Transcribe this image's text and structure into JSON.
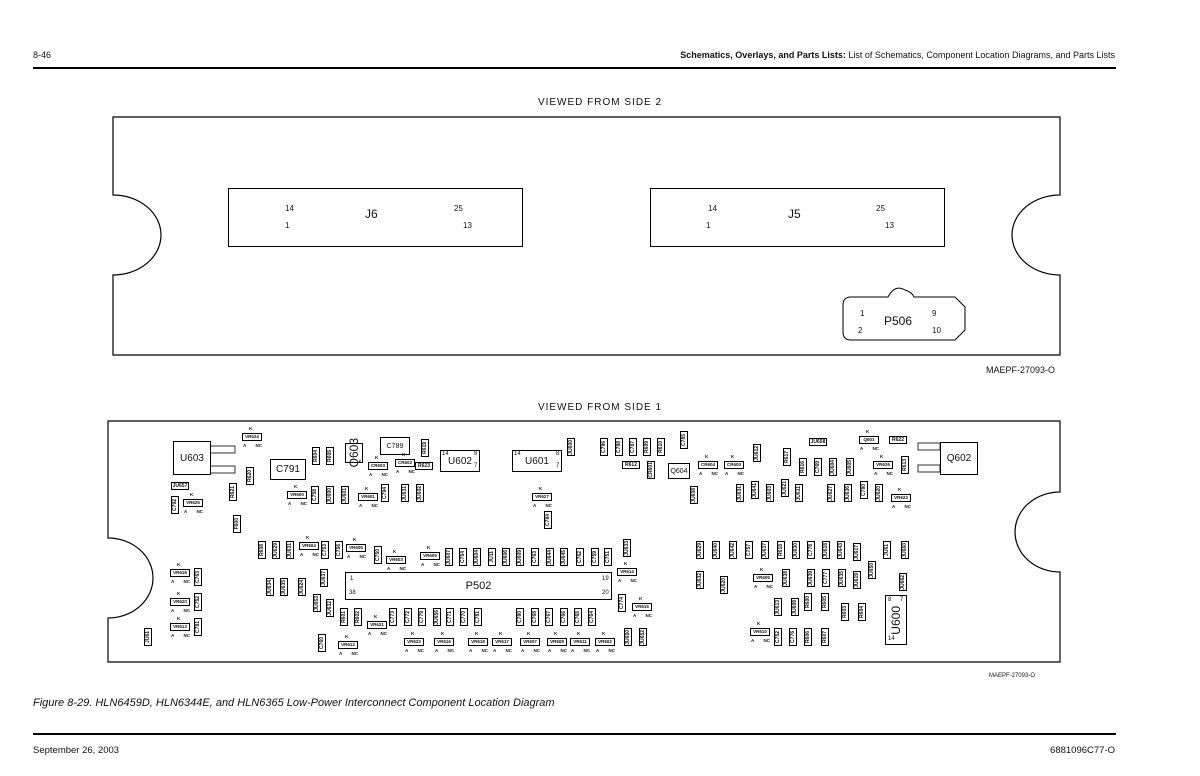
{
  "header": {
    "page_number": "8-46",
    "section_bold": "Schematics, Overlays, and Parts Lists:",
    "section_rest": " List of Schematics, Component Location Diagrams, and Parts Lists"
  },
  "side2": {
    "title": "VIEWED FROM SIDE 2",
    "drawing_code": "MAEPF-27093-O",
    "j6": {
      "label": "J6",
      "pins": [
        "14",
        "25",
        "1",
        "13"
      ]
    },
    "j5": {
      "label": "J5",
      "pins": [
        "14",
        "25",
        "1",
        "13"
      ]
    },
    "p506": {
      "label": "P506",
      "pins": [
        "1",
        "9",
        "2",
        "10"
      ]
    }
  },
  "side1": {
    "title": "VIEWED FROM SIDE 1",
    "drawing_code": "MAEPF-27093-O",
    "pin_letters": {
      "k": "K",
      "a": "A",
      "nc": "NC"
    },
    "p502_pins": [
      "1",
      "19",
      "38",
      "20"
    ],
    "u600_pins": [
      "8",
      "7",
      "14"
    ],
    "u602_pins": [
      "14",
      "8",
      "7"
    ],
    "u601_pins": [
      "14",
      "8",
      "7"
    ],
    "components": [
      "U603",
      "VR624",
      "R620",
      "R621",
      "JU657",
      "C792",
      "VR625",
      "R604",
      "R605",
      "Q603",
      "C791",
      "C789",
      "R619",
      "CR603",
      "CR602",
      "R623",
      "U602",
      "U601",
      "JU600",
      "VR600",
      "C758",
      "JU600",
      "JU601",
      "VR601",
      "C794",
      "JU631",
      "JU602",
      "VR627",
      "C784",
      "F600",
      "C786",
      "C788",
      "C787",
      "R609",
      "R610",
      "C785",
      "R612",
      "CR601",
      "Q604",
      "CR604",
      "CR600",
      "JU612",
      "R617",
      "JU658",
      "R616",
      "C769",
      "JU604",
      "JU605",
      "Q601",
      "VR626",
      "R622",
      "R613",
      "Q602",
      "JU608",
      "JU631",
      "JU641",
      "JU603",
      "JU621",
      "JU611",
      "JU627",
      "JU636",
      "C780",
      "JU620",
      "VR623",
      "R608",
      "JU629",
      "JU631",
      "VR604",
      "C753",
      "C756",
      "VR606",
      "C750",
      "VR603",
      "VR605",
      "JU607",
      "C754",
      "JU604",
      "JU11",
      "JU606",
      "JU609",
      "C763",
      "JU644",
      "JU645",
      "C762",
      "C759",
      "C751",
      "JU633",
      "P502",
      "JU634",
      "JU635",
      "JU624",
      "JU637",
      "JU653",
      "JU632",
      "VR614",
      "C774",
      "VR615",
      "R601",
      "R602",
      "VR621",
      "C773",
      "C772",
      "C779",
      "JU656",
      "C771",
      "C770",
      "C781",
      "C780",
      "C768",
      "C767",
      "C766",
      "C765",
      "C764",
      "C760",
      "VR612",
      "VR622",
      "VR616",
      "VR618",
      "VR617",
      "VR607",
      "VR609",
      "VR611",
      "VR602",
      "JU650",
      "JU652",
      "VR618",
      "C763",
      "VR620",
      "C752",
      "VR613",
      "C781",
      "JU61",
      "JU629",
      "JU640",
      "JU642",
      "C757",
      "JU637",
      "R618",
      "JU630",
      "C778",
      "JU618",
      "JU643",
      "JU617",
      "JU61",
      "JU660",
      "JU632",
      "JU620",
      "VR605",
      "JU638",
      "JU639",
      "C777",
      "JU635",
      "JU619",
      "JU650",
      "JU662",
      "JU613",
      "JU608",
      "R600",
      "R605",
      "R603",
      "R604",
      "U600",
      "VR610",
      "C752",
      "C776",
      "R606",
      "R607"
    ]
  },
  "caption": "Figure 8-29. HLN6459D, HLN6344E, and HLN6365 Low-Power Interconnect Component Location Diagram",
  "footer": {
    "date": "September 26, 2003",
    "doc_number": "6881096C77-O"
  }
}
